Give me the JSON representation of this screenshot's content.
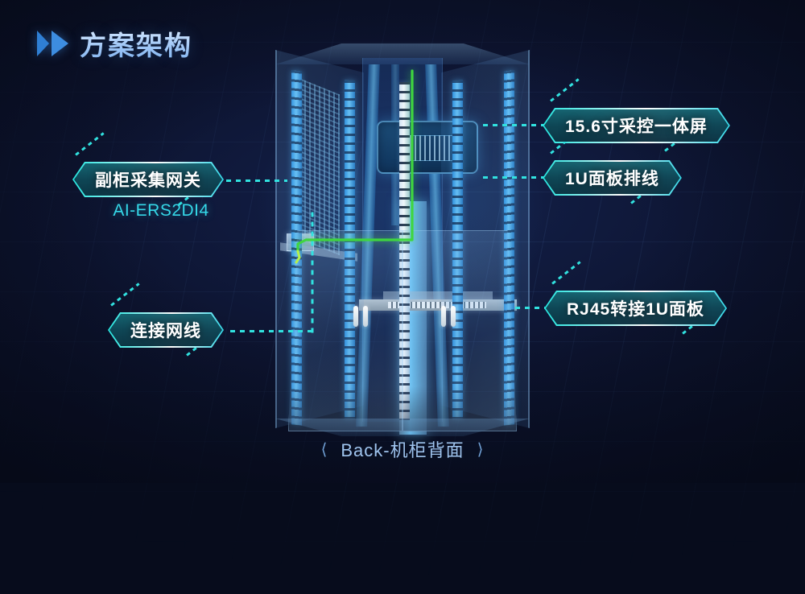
{
  "page": {
    "background_color": "#0a1026",
    "accent_color": "#31e2e0",
    "title_color": "#bcd8fb"
  },
  "header": {
    "title": "方案架构",
    "icon": "double-chevron-icon"
  },
  "illustration": {
    "name": "server-rack-rear-3d",
    "caption": "Back-机柜背面",
    "caption_prev_icon": "chevron-left-icon",
    "caption_next_icon": "chevron-right-icon",
    "components": {
      "display_module": "15.6寸采控一体屏",
      "patch_panel": "RJ45转接1U面板",
      "gateway_box": "AI-ERS2DI4",
      "cable_color": "#3fd63f"
    }
  },
  "callouts": [
    {
      "id": "screen",
      "label": "15.6寸采控一体屏",
      "side": "right",
      "sub": null
    },
    {
      "id": "panel-cable",
      "label": "1U面板排线",
      "side": "right",
      "sub": null
    },
    {
      "id": "rj45",
      "label": "RJ45转接1U面板",
      "side": "right",
      "sub": null
    },
    {
      "id": "gateway",
      "label": "副柜采集网关",
      "side": "left",
      "sub": "AI-ERS2DI4"
    },
    {
      "id": "network-cable",
      "label": "连接网线",
      "side": "left",
      "sub": null
    }
  ]
}
